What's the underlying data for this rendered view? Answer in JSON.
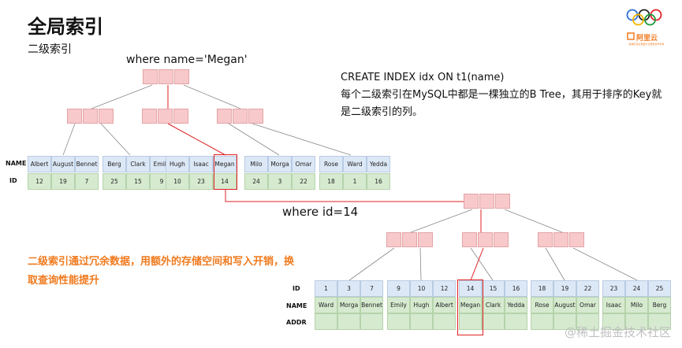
{
  "title": "全局索引",
  "subtitle": "二级索引",
  "query_name": "where name='Megan'",
  "query_id": "where id=14",
  "description": {
    "line1": "CREATE INDEX idx ON t1(name)",
    "line2": "每个二级索引在MySQL中都是一棵独立的B Tree，其用于排序的Key就是二级索引的列。"
  },
  "note": "二级索引通过冗余数据，用额外的存储空间和写入开销，换取查询性能提升",
  "logo": {
    "brand": "阿里云",
    "tagline": "奥林匹克全球官方云服务合作伙伴"
  },
  "watermark": "@稀土掘金技术社区",
  "secondary_index": {
    "row_labels": {
      "name": "NAME",
      "id": "ID"
    },
    "leaves": [
      {
        "names": [
          "Albert",
          "August",
          "Bennet"
        ],
        "ids": [
          "12",
          "19",
          "7"
        ]
      },
      {
        "names": [
          "Berg",
          "Clark",
          "Emily"
        ],
        "ids": [
          "25",
          "15",
          "9"
        ]
      },
      {
        "names": [
          "Hugh",
          "Isaac",
          "Megan"
        ],
        "ids": [
          "10",
          "23",
          "14"
        ]
      },
      {
        "names": [
          "Milo",
          "Morga",
          "Omar"
        ],
        "ids": [
          "24",
          "3",
          "22"
        ]
      },
      {
        "names": [
          "Rose",
          "Ward",
          "Yedda"
        ],
        "ids": [
          "18",
          "1",
          "16"
        ]
      }
    ]
  },
  "primary_index": {
    "row_labels": {
      "id": "ID",
      "name": "NAME",
      "addr": "ADDR"
    },
    "leaves": [
      {
        "ids": [
          "1",
          "3",
          "7"
        ],
        "names": [
          "Ward",
          "Morga",
          "Bennet"
        ]
      },
      {
        "ids": [
          "9",
          "10",
          "12"
        ],
        "names": [
          "Emily",
          "Hugh",
          "Albert"
        ]
      },
      {
        "ids": [
          "14",
          "15",
          "16"
        ],
        "names": [
          "Megan",
          "Clark",
          "Yedda"
        ]
      },
      {
        "ids": [
          "18",
          "19",
          "22"
        ],
        "names": [
          "Rose",
          "August",
          "Omar"
        ]
      },
      {
        "ids": [
          "23",
          "24",
          "25"
        ],
        "names": [
          "Isaac",
          "Milo",
          "Berg"
        ]
      }
    ]
  },
  "colors": {
    "node": "#f8c9ca",
    "name_cell": "#dde8f6",
    "id_cell": "#d6ead0",
    "highlight": "#e02020",
    "note": "#f07a1e"
  }
}
